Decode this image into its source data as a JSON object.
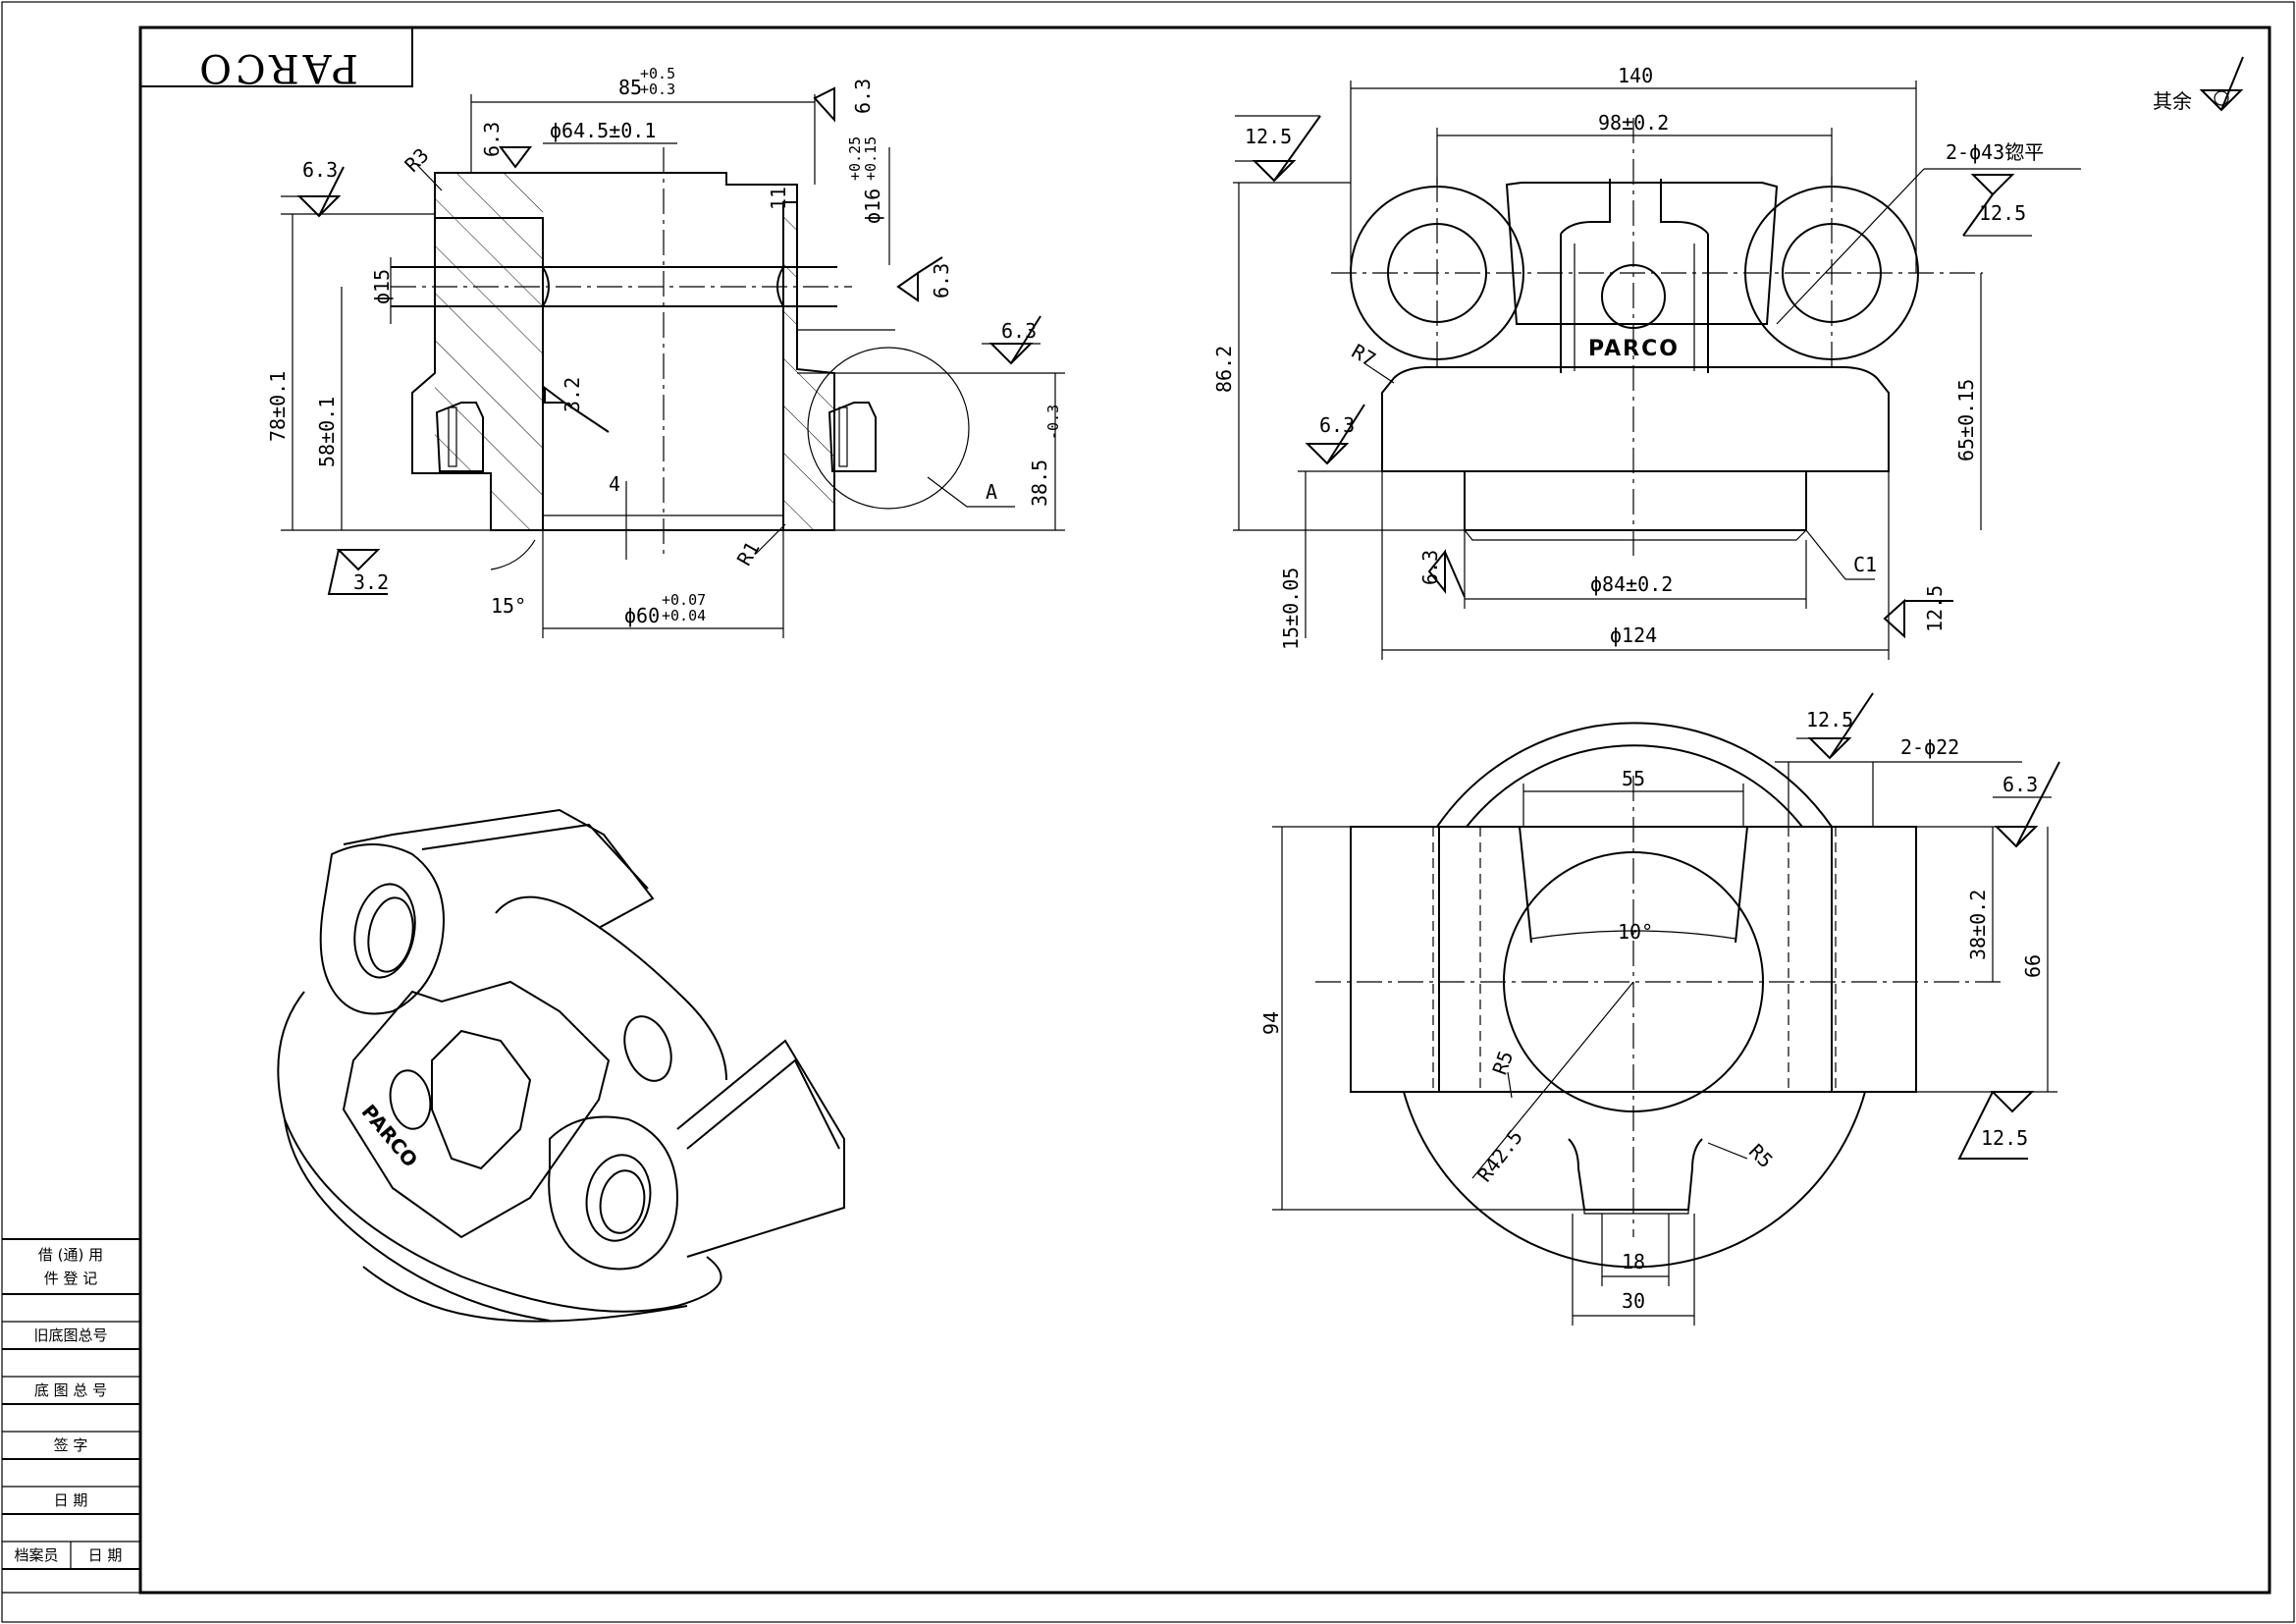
{
  "title_block": {
    "brand": "PARCO"
  },
  "note": {
    "other": "其余"
  },
  "sidebar": {
    "rows": [
      {
        "label": "借 (通) 用\n件 登 记"
      },
      {
        "label": "旧底图总号"
      },
      {
        "label": "底 图 总 号"
      },
      {
        "label": "签 字"
      },
      {
        "label": "日 期"
      },
      {
        "label": "档案员",
        "label2": "日 期"
      }
    ]
  },
  "section_view": {
    "dims": {
      "width_top": "85",
      "width_top_tol_up": "+0.5",
      "width_top_tol_dn": "+0.3",
      "bore": "ϕ64.5±0.1",
      "radius_r3": "R3",
      "ra_6_3a": "6.3",
      "ra_6_3b": "6.3",
      "ra_6_3c": "6.3",
      "ra_6_3d": "6.3",
      "ra_6_3e": "6.3",
      "ring_dia": "ϕ16",
      "ring_tol_up": "+0.25",
      "ring_tol_dn": "+0.15",
      "step": "11",
      "hole": "ϕ15",
      "h_total": "78±0.1",
      "h_mid": "58±0.1",
      "ra_3_2a": "3.2",
      "ra_3_2b": "3.2",
      "depth4": "4",
      "r1": "R1",
      "angle": "15°",
      "bottom_dia": "ϕ60",
      "bottom_tol_up": "+0.07",
      "bottom_tol_dn": "+0.04",
      "h_right": "38.5",
      "h_right_tol": "-0.3",
      "detail": "A"
    }
  },
  "front_view": {
    "dims": {
      "width": "140",
      "pitch": "98±0.2",
      "holes": "2-ϕ43锪平",
      "ra_12_5a": "12.5",
      "ra_12_5b": "12.5",
      "height": "86.2",
      "r7": "R7",
      "ra_6_3": "6.3",
      "h65": "65±0.15",
      "logo": "PARCO",
      "c1": "C1",
      "ra_6_3b": "6.3",
      "h15": "15±0.05",
      "dia84": "ϕ84±0.2",
      "dia124": "ϕ124",
      "ra_12_5c": "12.5"
    }
  },
  "plan_view": {
    "dims": {
      "ra_12_5": "12.5",
      "holes22": "2-ϕ22",
      "w55": "55",
      "ra_6_3": "6.3",
      "angle10": "10°",
      "h38": "38±0.2",
      "h66": "66",
      "h94": "94",
      "r5a": "R5",
      "r42": "R42.5",
      "r5b": "R5",
      "w18": "18",
      "w30": "30",
      "ra_12_5b": "12.5"
    }
  },
  "iso_view": {
    "logo": "PARCO"
  }
}
